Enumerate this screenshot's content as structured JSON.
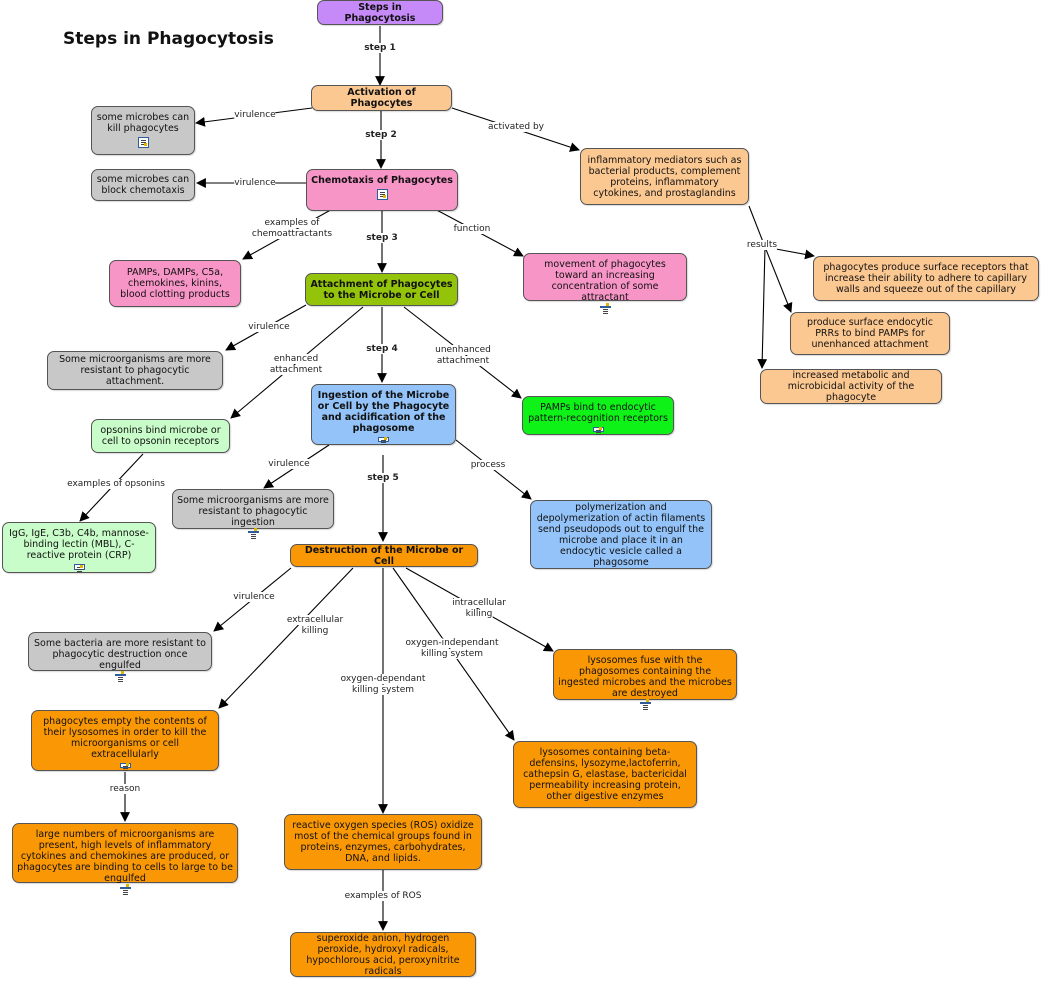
{
  "title": "Steps in Phagocytosis",
  "nodes": {
    "root": "Steps in Phagocytosis",
    "activation": "Activation of Phagocytes",
    "kill": "some microbes can kill phagocytes",
    "block": "some microbes can block chemotaxis",
    "chemotaxis": "Chemotaxis of Phagocytes",
    "mediators": "inflammatory mediators such as bacterial products, complement proteins, inflammatory cytokines, and prostaglandins",
    "pamps_list": "PAMPs, DAMPs, C5a, chemokines, kinins, blood clotting products",
    "attachment": "Attachment of  Phagocytes to the Microbe or Cell",
    "movement": "movement of phagocytes toward an increasing concentration of some attractant",
    "receptors": "phagocytes produce surface receptors that increase their ability to adhere to capillary walls and squeeze out of the capillary",
    "prrs": "produce surface endocytic PRRs to bind PAMPs for unenhanced attachment",
    "metabolic": "increased metabolic and microbicidal activity of the phagocyte",
    "resist_attach": "Some microorganisms are more resistant to phagocytic attachment.",
    "opsonins": "opsonins bind microbe or cell to opsonin receptors",
    "ingestion": "Ingestion of the Microbe or Cell by the Phagocyte and acidification of the phagosome",
    "pamps_bind": "PAMPs bind to endocytic pattern-recognition receptors",
    "resist_ingest": "Some microorganisms are more resistant to phagocytic ingestion",
    "opsonin_list": "IgG, IgE, C3b, C4b, mannose-binding lectin (MBL), C-reactive protein (CRP)",
    "polymerization": "polymerization and depolymerization of actin filaments send pseudopods out to engulf the microbe and place it in an endocytic vesicle called a phagosome",
    "destruction": "Destruction of the Microbe or Cell",
    "resist_destroy": "Some bacteria are more resistant to phagocytic destruction once engulfed",
    "lysosomes_fuse": "lysosomes fuse with the phagosomes containing the ingested microbes and the microbes are destroyed",
    "empty_lysosomes": "phagocytes empty the contents of their lysosomes in order to kill the microorganisms or cell extracellularly",
    "beta_defensins": "lysosomes containing beta-defensins, lysozyme,lactoferrin, cathepsin G, elastase, bactericidal permeability increasing protein, other digestive enzymes",
    "large_numbers": "large numbers of microorganisms are present, high levels of inflammatory cytokines and chemokines are produced, or phagocytes are binding to cells to large to be engulfed",
    "ros": "reactive oxygen species (ROS) oxidize most of the chemical groups found in proteins, enzymes, carbohydrates, DNA, and lipids.",
    "ros_list": "superoxide anion, hydrogen peroxide, hydroxyl radicals, hypochlorous acid, peroxynitrite radicals"
  },
  "labels": {
    "step1": "step 1",
    "step2": "step 2",
    "step3": "step 3",
    "step4": "step 4",
    "step5": "step 5",
    "virulence1": "virulence",
    "virulence2": "virulence",
    "virulence3": "virulence",
    "virulence4": "virulence",
    "virulence5": "virulence",
    "activated_by": "activated by",
    "examples_chemo_1": "examples of",
    "examples_chemo_2": "chemoattractants",
    "function": "function",
    "results": "results",
    "enhanced_1": "enhanced",
    "enhanced_2": "attachment",
    "unenhanced_1": "unenhanced",
    "unenhanced_2": "attachment",
    "examples_opsonins": "examples of opsonins",
    "process": "process",
    "extracellular_1": "extracellular",
    "extracellular_2": "killing",
    "intracellular_1": "intracellular",
    "intracellular_2": "killing",
    "oxyindep_1": "oxygen-independant",
    "oxyindep_2": "killing system",
    "oxydep_1": "oxygen-dependant",
    "oxydep_2": "killing system",
    "reason": "reason",
    "examples_ros": "examples of ROS"
  },
  "colors": {
    "purple": "#c58af8",
    "peach": "#fcc892",
    "gray": "#c8c8c8",
    "pink": "#f895c7",
    "olive": "#94c40a",
    "blue": "#93c3f8",
    "light_green": "#c8fcc8",
    "green": "#0ef218",
    "orange": "#fa9705"
  }
}
